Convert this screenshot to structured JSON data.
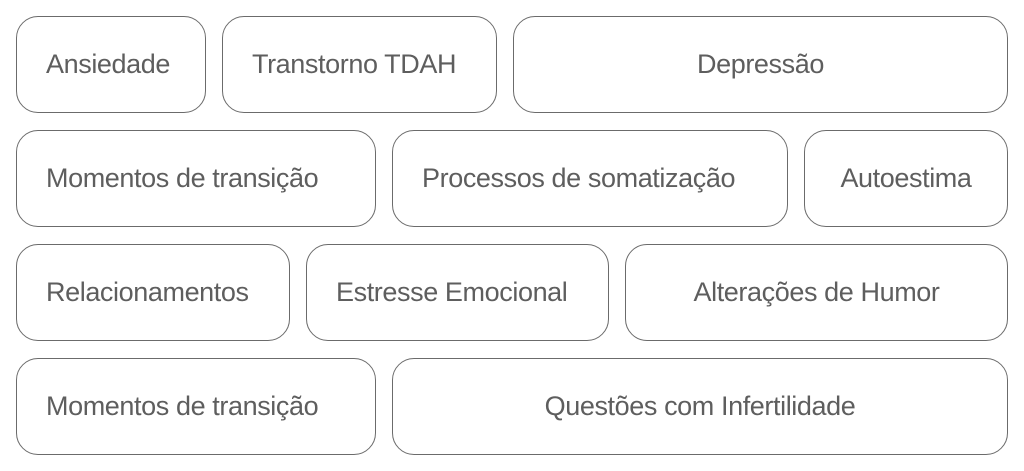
{
  "tags": {
    "row1": [
      "Ansiedade",
      "Transtorno TDAH",
      "Depressão"
    ],
    "row2": [
      "Momentos de transição",
      "Processos de somatização",
      "Autoestima"
    ],
    "row3": [
      "Relacionamentos",
      "Estresse Emocional",
      "Alterações de Humor"
    ],
    "row4": [
      "Momentos de transição",
      "Questões com Infertilidade"
    ]
  },
  "colors": {
    "border": "#6b6b6b",
    "text": "#5e5e5e",
    "background": "#ffffff"
  }
}
